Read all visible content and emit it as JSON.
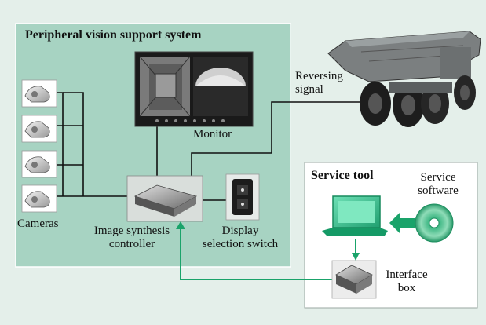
{
  "system": {
    "title": "Peripheral vision support system",
    "monitor_label": "Monitor",
    "cameras_label": "Cameras",
    "controller_label_line1": "Image synthesis",
    "controller_label_line2": "controller",
    "switch_label_line1": "Display",
    "switch_label_line2": "selection switch"
  },
  "truck": {
    "signal_label_line1": "Reversing",
    "signal_label_line2": "signal"
  },
  "service": {
    "title": "Service tool",
    "software_label_line1": "Service",
    "software_label_line2": "software",
    "interface_label_line1": "Interface",
    "interface_label_line2": "box"
  },
  "colors": {
    "panel_green": "#a7d3c2",
    "outer_bg": "#e4efea",
    "arrow_green": "#1aa36a",
    "line": "#111111"
  }
}
